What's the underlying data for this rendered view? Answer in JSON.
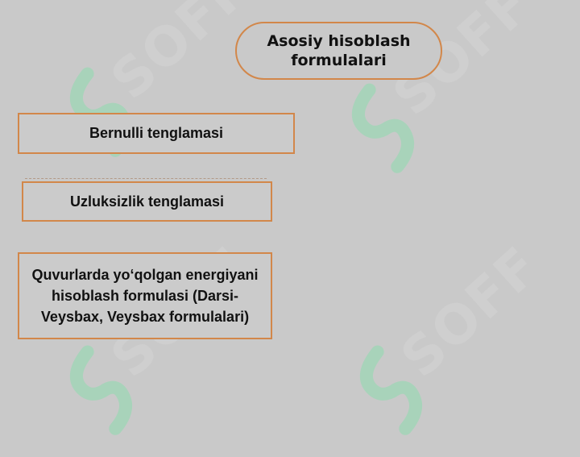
{
  "title": "Asosiy hisoblash formulalari",
  "boxes": [
    {
      "label": "Bernulli tenglamasi"
    },
    {
      "label": "Uzluksizlik tenglamasi"
    },
    {
      "label": "Quvurlarda yo‘qolgan energiyani hisoblash formulasi (Darsi-Veysbax, Veysbax formulalari)"
    }
  ],
  "watermark": {
    "text": "SOFF",
    "icon": "logo-icon",
    "icon_color": "#9ed7b6"
  },
  "colors": {
    "background": "#c9c9c9",
    "border": "#d2874a"
  }
}
